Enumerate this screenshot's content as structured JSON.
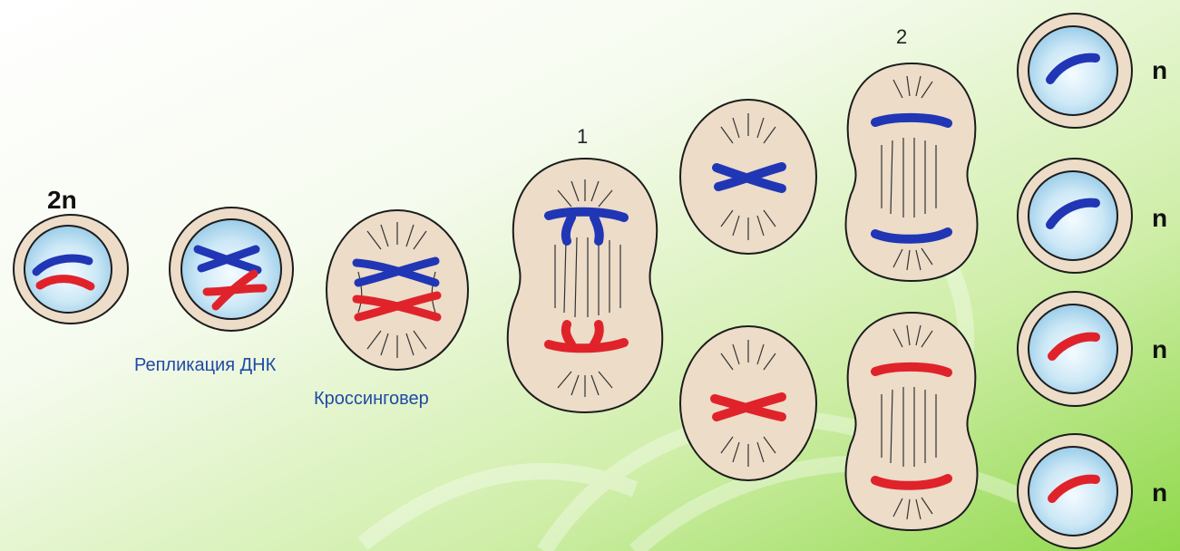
{
  "labels": {
    "diploid": "2n",
    "haploid": [
      "n",
      "n",
      "n",
      "n"
    ],
    "stage_1": "1",
    "stage_2": "2",
    "replication": "Репликация ДНК",
    "crossing_over": "Кроссинговер"
  },
  "colors": {
    "cell_fill": "#ecdcc8",
    "cell_stroke": "#1c1c1c",
    "nucleus_fill": "#bfe0f2",
    "chrom_blue": "#2136b5",
    "chrom_red": "#e0232b",
    "bg_white": "#ffffff",
    "bg_green": "#9fdc5a"
  }
}
